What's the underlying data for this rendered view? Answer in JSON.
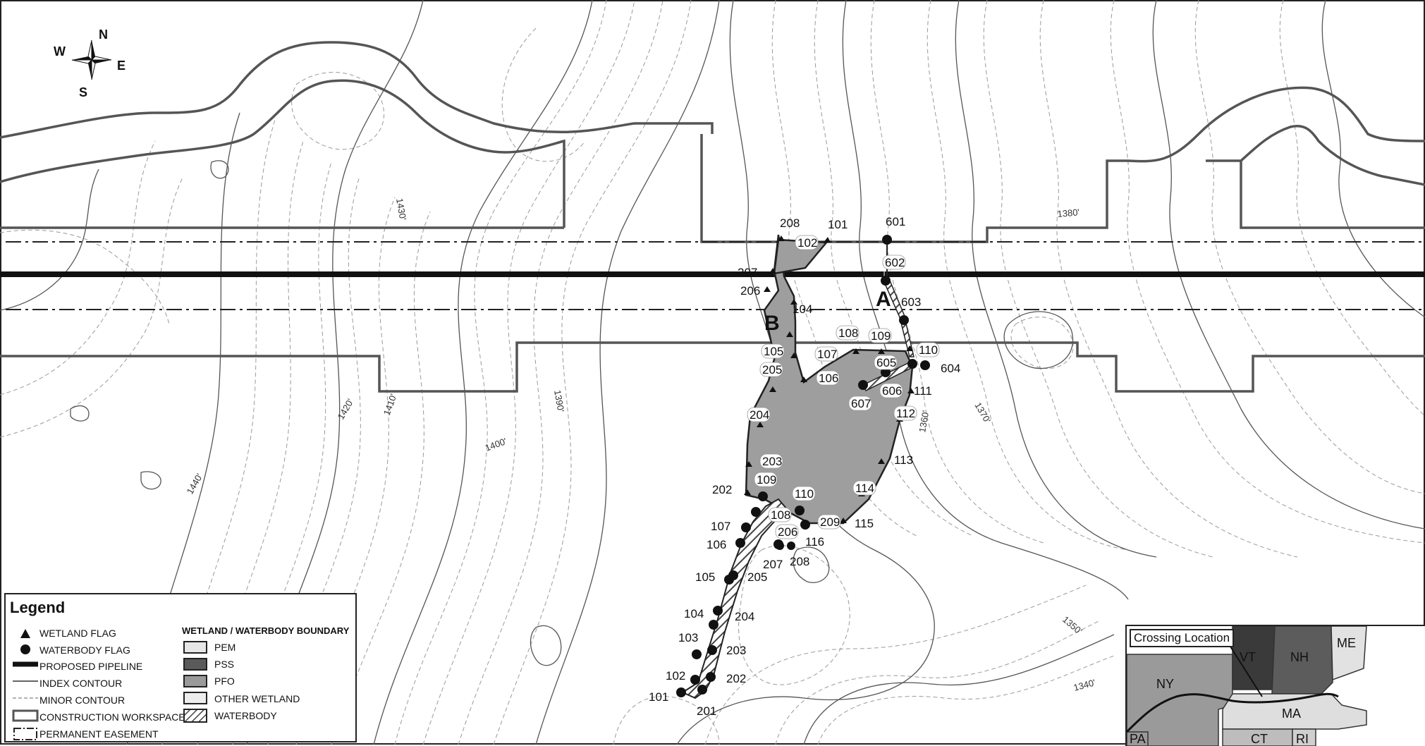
{
  "compass": {
    "n": "N",
    "s": "S",
    "e": "E",
    "w": "W"
  },
  "crossing_labels": {
    "a": "A",
    "b": "B"
  },
  "contour_labels": [
    "1430'",
    "1420'",
    "1410'",
    "1440'",
    "1400'",
    "1390'",
    "1380'",
    "1370'",
    "1360'",
    "1350'",
    "1340'"
  ],
  "wetland_flags": [
    "208",
    "101",
    "102",
    "207",
    "206",
    "104",
    "105",
    "205",
    "106",
    "107",
    "108",
    "109",
    "110",
    "111",
    "112",
    "113",
    "114",
    "115",
    "204",
    "203",
    "202"
  ],
  "waterbody_flags": [
    "601",
    "602",
    "603",
    "604",
    "605",
    "606",
    "607",
    "209",
    "110",
    "109",
    "108",
    "107",
    "106",
    "116",
    "206",
    "207",
    "208",
    "105",
    "205",
    "104",
    "204",
    "103",
    "203",
    "102",
    "202",
    "101",
    "201"
  ],
  "legend": {
    "title": "Legend",
    "items": [
      "WETLAND FLAG",
      "WATERBODY FLAG",
      "PROPOSED PIPELINE",
      "INDEX CONTOUR",
      "MINOR CONTOUR",
      "CONSTRUCTION WORKSPACE",
      "PERMANENT EASEMENT"
    ],
    "boundary_heading": "WETLAND / WATERBODY BOUNDARY",
    "boundary_items": [
      "PEM",
      "PSS",
      "PFO",
      "OTHER WETLAND",
      "WATERBODY"
    ],
    "colors": {
      "pem": "#e6e6e6",
      "pss": "#5a5a5a",
      "pfo": "#9a9a9a",
      "other": "#ededed"
    }
  },
  "inset": {
    "title": "Crossing Location",
    "states": [
      "NY",
      "VT",
      "NH",
      "ME",
      "MA",
      "CT",
      "RI",
      "PA"
    ]
  }
}
